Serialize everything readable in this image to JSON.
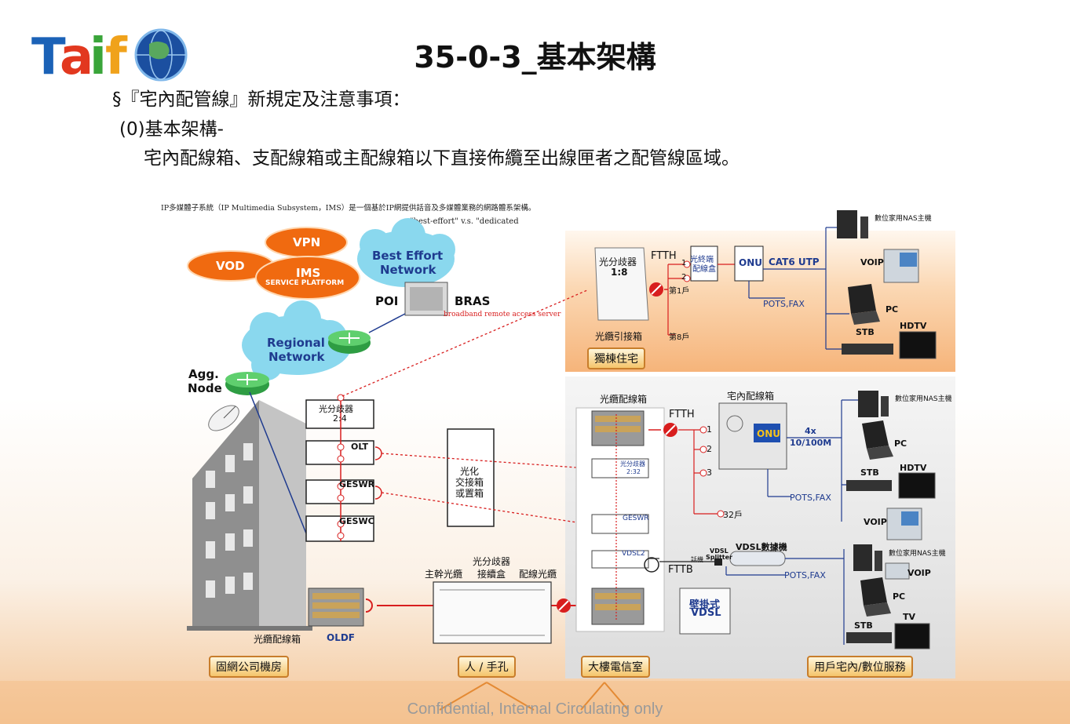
{
  "logo": {
    "text_taif": "Taif",
    "globe_icon": "globe-icon"
  },
  "title": "35-0-3_基本架構",
  "body": {
    "line1": "§『宅內配管線』新規定及注意事項：",
    "line2": "(0)基本架構-",
    "line3": "宅內配線箱、支配線箱或主配線箱以下直接佈纜至出線匣者之配管線區域。"
  },
  "diagram": {
    "caption_ims": "IP多媒體子系統（IP Multimedia Subsystem，IMS）是一個基於IP網提供話音及多媒體業務的網路體系架構。",
    "caption_effort": "\"best-effort\" v.s. \"dedicated",
    "vpn": "VPN",
    "vod": "VOD",
    "ims": "IMS",
    "ims_sub": "SERVICE PLATFORM",
    "best_effort": "Best Effort",
    "best_effort_2": "Network",
    "poi": "POI",
    "bras": "BRAS",
    "bras_desc": "broadband remote access server",
    "regional": "Regional",
    "regional_2": "Network",
    "agg": "Agg.",
    "agg_2": "Node",
    "splitter_24_a": "光分歧器",
    "splitter_24_b": "2:4",
    "olt": "OLT",
    "gesw_r": "GESWR",
    "gesw_c": "GESWC",
    "optical_box_1": "光化",
    "optical_box_2": "交接箱",
    "optical_box_3": "或置箱",
    "fiber_frame": "光纜配線箱",
    "oldf": "OLDF",
    "splitter_label": "光分歧器",
    "trunk_fiber": "主幹光纜",
    "joint_box": "接續盒",
    "dist_fiber": "配線光纜",
    "tag_company": "固網公司機房",
    "tag_manhole": "人 / 手孔",
    "tag_telecom": "大樓電信室",
    "tag_user": "用戶宅內/數位服務",
    "panel_a": {
      "splitter": "光分歧器",
      "ratio": "1:8",
      "ftth": "FTTH",
      "port1": "1",
      "port2": "2",
      "first_house": "第1戶",
      "eighth_house": "第8戶",
      "terminal_box_1": "光終端",
      "terminal_box_2": "配線盒",
      "onu": "ONU",
      "cat6": "CAT6 UTP",
      "pots_fax": "POTS,FAX",
      "voip": "VOIP",
      "pc": "PC",
      "stb": "STB",
      "hdtv": "HDTV",
      "nas": "數位家用NAS主機",
      "lead_box": "光纜引接箱",
      "tag_house": "獨棟住宅"
    },
    "panel_b": {
      "fiber_box": "光纜配線箱",
      "home_box": "宅內配線箱",
      "ftth": "FTTH",
      "p1": "1",
      "p2": "2",
      "p3": "3",
      "p32": "32戶",
      "onu": "ONU",
      "speed_1": "4x",
      "speed_2": "10/100M",
      "splitter_small": "光分歧器",
      "splitter_small_ratio": "2:32",
      "pots_fax": "POTS,FAX",
      "gesw": "GESWR",
      "vdsl2": "VDSL2",
      "vdsl_modem": "VDSL數據機",
      "vdsl_splitter_1": "VDSL",
      "vdsl_splitter_2": "Splitter",
      "phone_jack": "話機",
      "fttb": "FTTB",
      "pots_fax_2": "POTS,FAX",
      "wall_vdsl_1": "壁掛式",
      "wall_vdsl_2": "VDSL",
      "nas": "數位家用NAS主機",
      "pc": "PC",
      "stb": "STB",
      "hdtv": "HDTV",
      "voip": "VOIP",
      "nas2": "數位家用NAS主機",
      "voip2": "VOIP",
      "pc2": "PC",
      "stb2": "STB",
      "tv": "TV"
    }
  },
  "footer": "Confidential, Internal Circulating only",
  "colors": {
    "red_line": "#d81e1e",
    "blue_line": "#1f3b8f",
    "orange_cloud": "#f06a10",
    "cloud_blue": "#8ad8ee"
  }
}
